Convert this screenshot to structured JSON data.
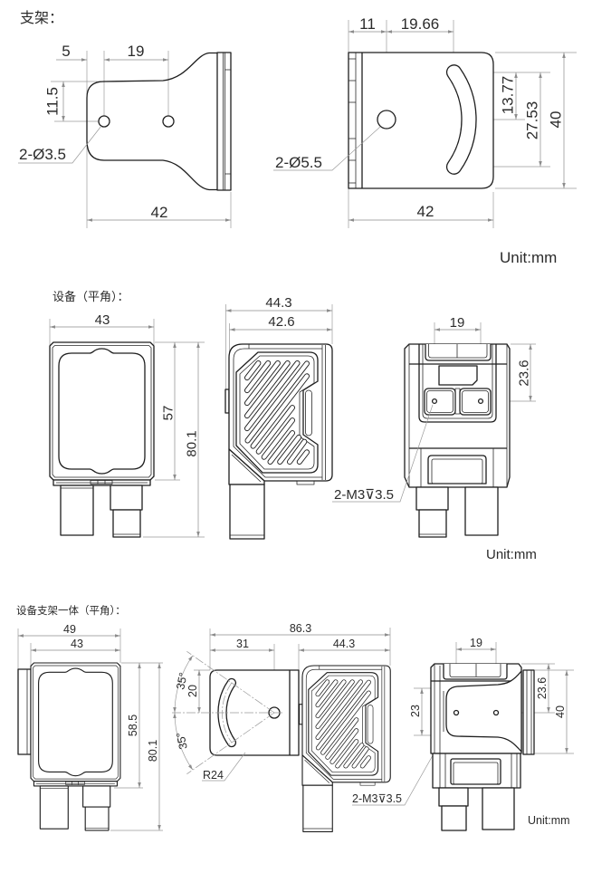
{
  "bracket": {
    "title": "支架：",
    "left_view": {
      "dim_edge_to_hole": "5",
      "dim_hole_spacing": "19",
      "dim_hole_height": "11.5",
      "hole_callout": "2-Ø3.5",
      "dim_length": "42"
    },
    "right_view": {
      "dim_edge_to_hole": "11",
      "dim_hole_to_slot": "19.66",
      "dim_slot_half_span": "13.77",
      "dim_slot_span": "27.53",
      "dim_height": "40",
      "hole_callout": "2-Ø5.5",
      "dim_length": "42"
    },
    "unit": "Unit:mm"
  },
  "device": {
    "title": "设备（平角）：",
    "front_view": {
      "dim_width": "43",
      "dim_body_height": "57",
      "dim_total_height": "80.1"
    },
    "side_view": {
      "dim_total_depth": "44.3",
      "dim_body_depth": "42.6"
    },
    "back_view": {
      "dim_hole_spacing": "19",
      "dim_hole_height": "23.6"
    },
    "thread_callout": "2-M3⊽3.5",
    "unit": "Unit:mm"
  },
  "assembly": {
    "title": "设备支架一体（平角）：",
    "front_view": {
      "dim_total_width": "49",
      "dim_body_width": "43",
      "dim_body_height": "58.5",
      "dim_total_height": "80.1"
    },
    "side_view": {
      "dim_total_length": "86.3",
      "dim_bracket_length": "31",
      "dim_device_depth": "44.3",
      "angle_upper": "35°",
      "angle_lower": "35°",
      "dim_hole_offset": "20",
      "slot_radius": "R24"
    },
    "back_view": {
      "dim_hole_spacing": "19",
      "dim_hole_offset": "23",
      "dim_hole_height": "23.6",
      "dim_bracket_height": "40"
    },
    "thread_callout": "2-M3⊽3.5",
    "unit": "Unit:mm"
  }
}
